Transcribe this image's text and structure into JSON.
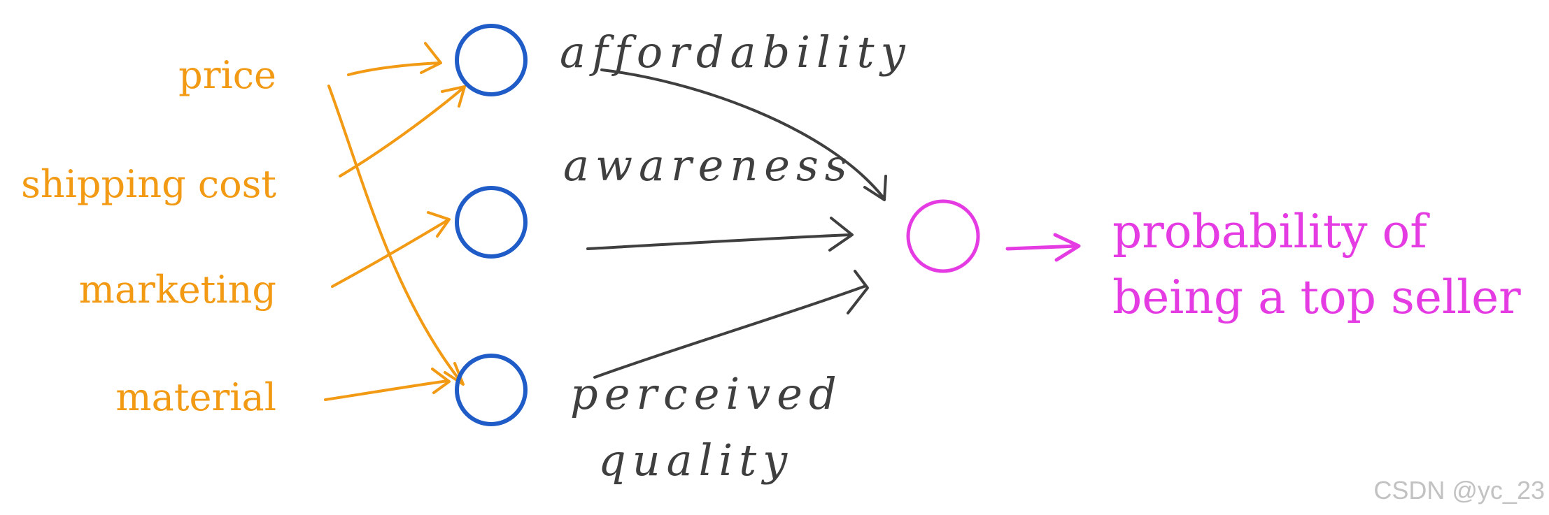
{
  "inputs": {
    "price": "price",
    "shipping_cost": "shipping cost",
    "marketing": "marketing",
    "material": "material"
  },
  "hidden": {
    "affordability": "affordability",
    "awareness": "awareness",
    "perceived_line1": "perceived",
    "perceived_line2": "quality"
  },
  "output": {
    "line1": "probability of",
    "line2": "being a top seller"
  },
  "watermark": "CSDN @yc_23",
  "colors": {
    "inputs": "#f29a14",
    "hidden_nodes": "#1f5cc8",
    "hidden_text": "#3f3f3f",
    "output": "#e53be3"
  }
}
